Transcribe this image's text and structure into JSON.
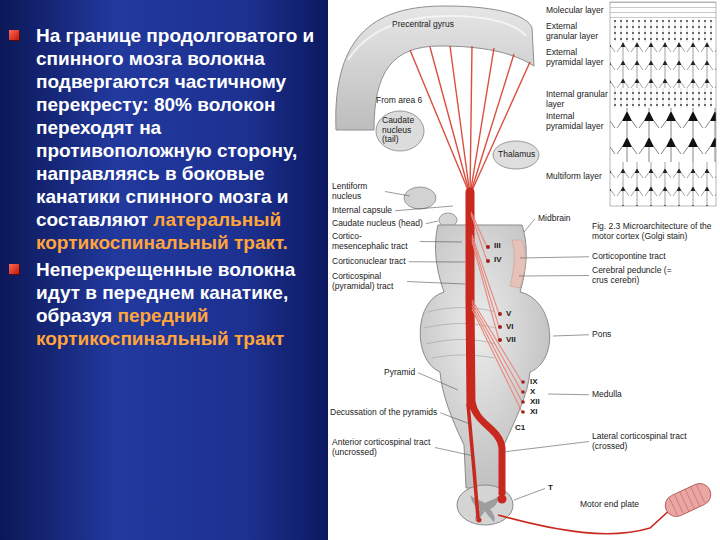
{
  "diagram": {
    "labels": [
      "На границе продолговатого и спинного мозга волокна подвергаются частичному перекресту: 80% волокон переходят на противоположную сторону, направляясь в боковые канатики спинного мозга и составляют",
      "латеральный кортикоспинальный тракт.",
      "Неперекрещенные волокна идут в переднем канатике, образуя",
      "передний кортикоспинальный тракт",
      "Precentral gyrus",
      "From area 6",
      "Caudate nucleus (tail)",
      "Thalamus",
      "Lentiform nucleus",
      "Internal capsule",
      "Caudate nucleus (head)",
      "Cortico- mesencephalic tract",
      "Corticonuclear tract",
      "Corticospinal (pyramidal) tract",
      "Midbrain",
      "Molecular layer",
      "External granular layer",
      "External pyramidal layer",
      "Internal granular layer",
      "Internal pyramidal layer",
      "Multiform layer",
      "Fig. 2.3 Microarchitecture of the motor cortex (Golgi stain)",
      "Corticopontine tract",
      "Cerebral peduncle (= crus cerebri)",
      "III",
      "IV",
      "V",
      "VI",
      "VII",
      "Pons",
      "IX",
      "X",
      "XII",
      "XI",
      "Medulla",
      "Pyramid",
      "Decussation of the pyramids",
      "C1",
      "Anterior corticospinal tract (uncrossed)",
      "Lateral corticospinal tract (crossed)",
      "T",
      "Motor end plate"
    ]
  }
}
